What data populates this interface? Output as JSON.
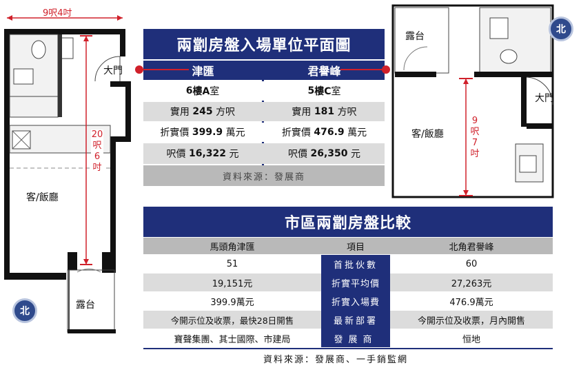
{
  "left_plan": {
    "width_label": "9呎4吋",
    "length_label": [
      "20",
      "呎",
      "6",
      "吋"
    ],
    "door_label": "大門",
    "living_label": "客/飯廳",
    "balcony_label": "露台",
    "north_label": "北"
  },
  "right_plan": {
    "balcony_label": "露台",
    "door_label": "大門",
    "living_label": "客/飯廳",
    "length_label": [
      "9",
      "呎",
      "7",
      "吋"
    ],
    "north_label": "北"
  },
  "table1": {
    "title": "兩劏房盤入場單位平面圖",
    "col_left": "津匯",
    "col_right": "君譽峰",
    "rows": [
      {
        "left_pre": "6",
        "left_num": "樓A",
        "left_post": "室",
        "right_pre": "5",
        "right_num": "樓C",
        "right_post": "室"
      },
      {
        "left_pre": "實用",
        "left_num": "245",
        "left_post": "方呎",
        "right_pre": "實用",
        "right_num": "181",
        "right_post": "方呎"
      },
      {
        "left_pre": "折實價",
        "left_num": "399.9",
        "left_post": "萬元",
        "right_pre": "折實價",
        "right_num": "476.9",
        "right_post": "萬元"
      },
      {
        "left_pre": "呎價",
        "left_num": "16,322",
        "left_post": "元",
        "right_pre": "呎價",
        "right_num": "26,350",
        "right_post": "元"
      }
    ],
    "source": "資料來源：發展商"
  },
  "table2": {
    "title": "市區兩劏房盤比較",
    "headers": [
      "馬頭角津匯",
      "項目",
      "北角君譽峰"
    ],
    "rows": [
      [
        "51",
        "首批伙數",
        "60"
      ],
      [
        "19,151元",
        "折實平均價",
        "27,263元"
      ],
      [
        "399.9萬元",
        "折實入場費",
        "476.9萬元"
      ],
      [
        "今開示位及收票，最快28日開售",
        "最新部署",
        "今開示位及收票，月內開售"
      ],
      [
        "寶聲集團、其士國際、市建局",
        "發展商",
        "恒地"
      ]
    ],
    "source": "資料來源：發展商、一手銷監網"
  },
  "colors": {
    "navy": "#1f2f7a",
    "red": "#d0202a",
    "gray_band": "#dcdcdc",
    "gray_source": "#b9b9b9"
  }
}
